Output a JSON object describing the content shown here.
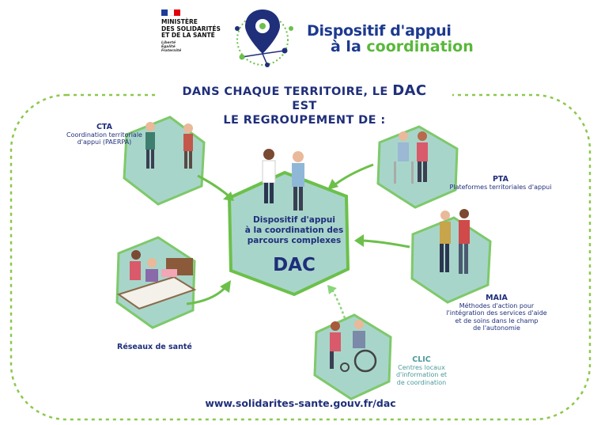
{
  "header": {
    "ministry_lines": [
      "MINISTÈRE",
      "DES SOLIDARITÉS",
      "ET DE LA SANTÉ"
    ],
    "motto_lines": [
      "Liberté",
      "Égalité",
      "Fraternité"
    ],
    "brand_line1": "Dispositif d'appui",
    "brand_line2_part1": "à la ",
    "brand_line2_part2": "coordination"
  },
  "headline": {
    "line1_part1": "DANS CHAQUE TERRITOIRE, LE ",
    "line1_dac": "DAC",
    "line1_part2": " EST",
    "line2": "LE REGROUPEMENT DE :"
  },
  "center": {
    "line1": "Dispositif d'appui",
    "line2": "à la coordination des",
    "line3": "parcours complexes",
    "acronym": "DAC"
  },
  "nodes": {
    "cta": {
      "title": "CTA",
      "desc1": "Coordination territoriale",
      "desc2": "d'appui (PAERPA)"
    },
    "pta": {
      "title": "PTA",
      "desc1": "Plateformes territoriales d'appui"
    },
    "maia": {
      "title": "MAIA",
      "desc1": "Méthodes d'action pour",
      "desc2": "l'intégration des services d'aide",
      "desc3": "et de soins dans le champ",
      "desc4": "de l'autonomie"
    },
    "reseaux": {
      "title": "Réseaux de santé"
    },
    "clic": {
      "title": "CLIC",
      "desc1": "Centres locaux",
      "desc2": "d'information et",
      "desc3": "de coordination"
    }
  },
  "footer": {
    "url": "www.solidarites-sante.gouv.fr/dac"
  },
  "colors": {
    "navy": "#1f2f7a",
    "green": "#58b83a",
    "hex_fill": "#a8d5ca",
    "hex_border": "#6cc04a",
    "arrow": "#6cc04a"
  }
}
